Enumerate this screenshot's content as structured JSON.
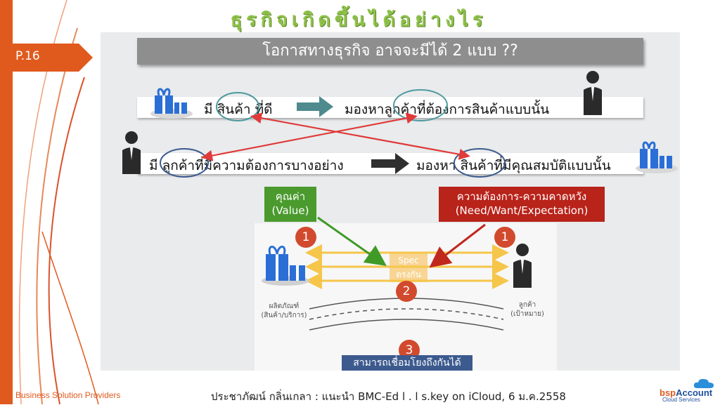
{
  "slide": {
    "title": "ธุรกิจเกิดขึ้นได้อย่างไร",
    "page_label": "P.16",
    "heading": "โอกาสทางธุรกิจ อาจจะมีได้ 2 แบบ ??"
  },
  "row1": {
    "left_text": "มี สินค้า ที่ดี",
    "right_text": "มองหาลูกค้าที่ต้องการสินค้าแบบนั้น"
  },
  "row2": {
    "left_text": "มี ลูกค้าที่มีความต้องการบางอย่าง",
    "right_text": "มองหา สินค้าที่มีคุณสมบัติแบบนั้น"
  },
  "value_box": {
    "line1": "คุณค่า",
    "line2": "(Value)"
  },
  "need_box": {
    "line1": "ความต้องการ-ความคาดหวัง",
    "line2": "(Need/Want/Expectation)"
  },
  "diagram": {
    "spec_line1": "Spec",
    "spec_line2": "ตรงกัน",
    "num_left": "1",
    "num_right": "1",
    "num_mid": "2",
    "num_bottom": "3",
    "product_label_1": "ผลิตภัณฑ์",
    "product_label_2": "(สินค้า/บริการ)",
    "customer_label_1": "ลูกค้า",
    "customer_label_2": "(เป้าหมาย)",
    "connect_text": "สามารถเชื่อมโยงถึงกันได้"
  },
  "footer": {
    "left": "Business Solution Providers",
    "middle": "ประชาภัฒน์ กลิ่นเกลา : แนะนำ BMC-Ed l . l s.key on iCloud, 6 ม.ค.2558",
    "logo_brand_1": "bsp",
    "logo_brand_2": "Account",
    "logo_sub": "Cloud Services"
  },
  "colors": {
    "title_green": "#8fc34a",
    "accent_orange": "#e05a1e",
    "value_green": "#4a9a2e",
    "need_red": "#b8231a",
    "arrow_teal": "#4e8a8e",
    "cross_red": "#e03a3a"
  }
}
